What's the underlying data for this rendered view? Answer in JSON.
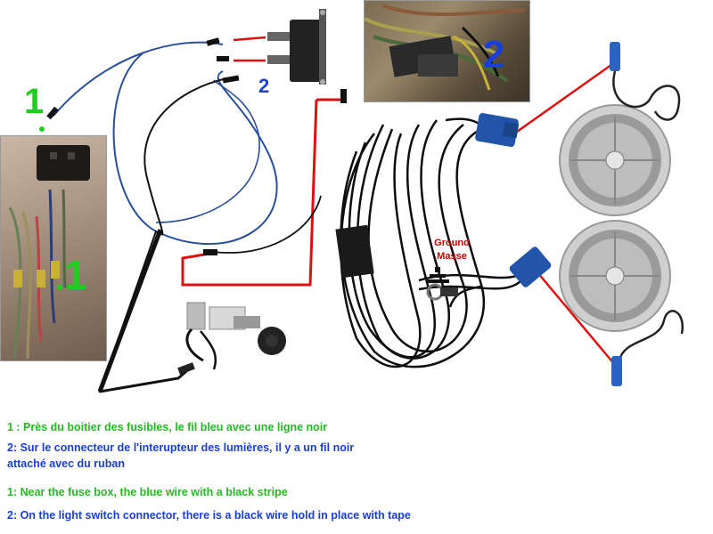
{
  "callouts": {
    "top_left_1": "1",
    "wire_2": "2",
    "photo_left_1": "1",
    "photo_topright_2": "2"
  },
  "ground_label": {
    "line1": "Ground",
    "line2": "Masse"
  },
  "notes": {
    "fr_1": "1 : Près du boitier des fusibles, le fil bleu avec une ligne noir",
    "fr_2_line1": "2: Sur le connecteur de l'interupteur des lumières, il y a un fil noir",
    "fr_2_line2": "attaché avec du ruban",
    "en_1": "1: Near the fuse box, the blue wire with a black stripe",
    "en_2": "2: On the light switch connector, there is a black wire hold in place with tape"
  },
  "colors": {
    "callout_green": "#22cc22",
    "callout_blue": "#1a3fd6",
    "wire_red": "#e01010",
    "wire_blue": "#2a4f9c",
    "wire_black": "#111111",
    "connector_blue": "#2255aa"
  }
}
